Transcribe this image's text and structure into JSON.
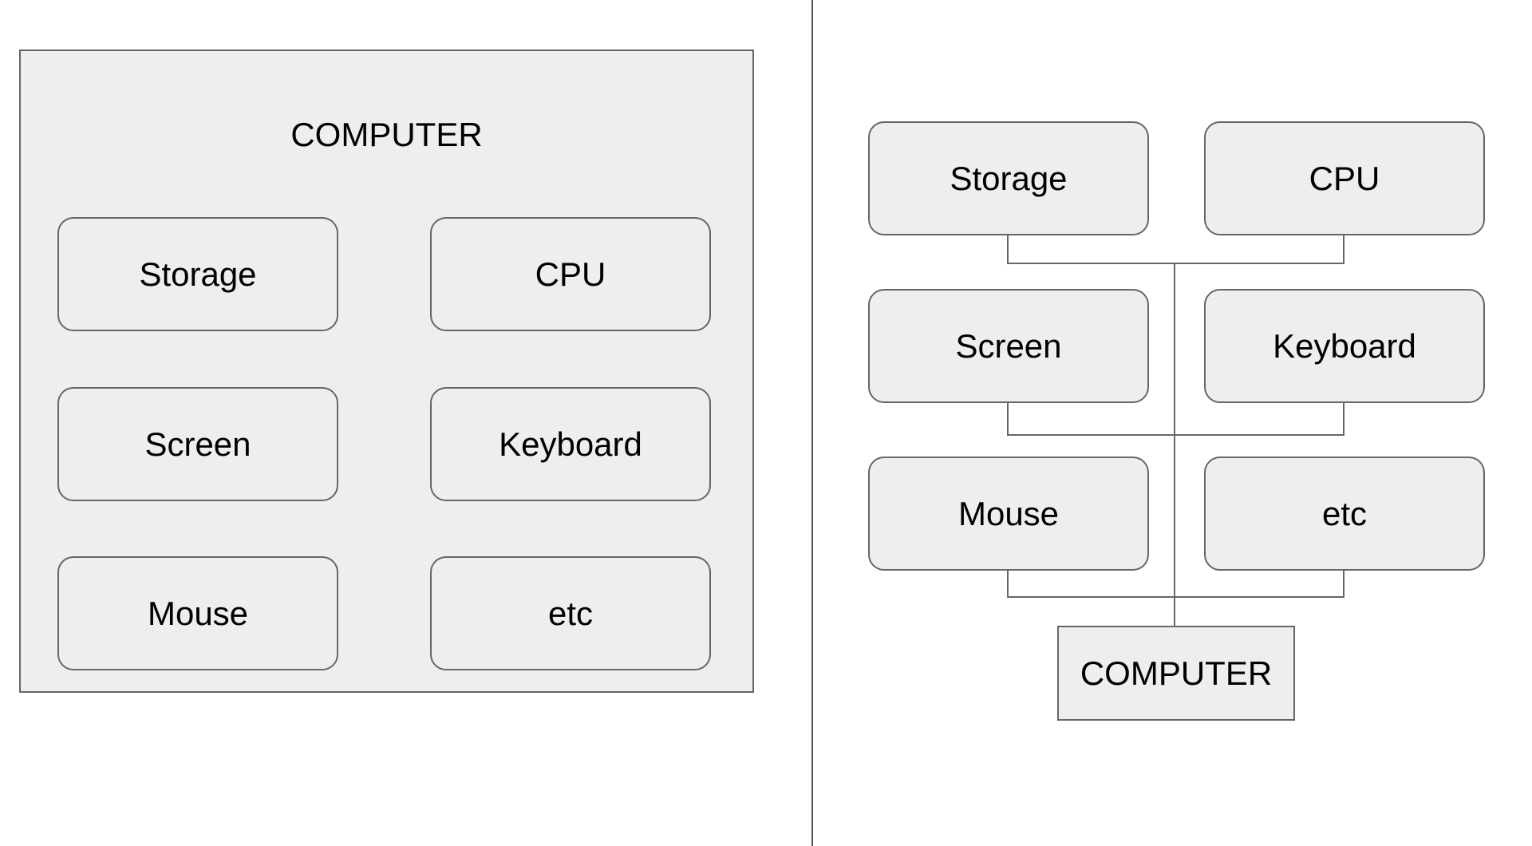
{
  "left_diagram": {
    "title": "COMPUTER",
    "components": [
      "Storage",
      "CPU",
      "Screen",
      "Keyboard",
      "Mouse",
      "etc"
    ]
  },
  "right_diagram": {
    "root": "COMPUTER",
    "components": [
      "Storage",
      "CPU",
      "Screen",
      "Keyboard",
      "Mouse",
      "etc"
    ]
  }
}
